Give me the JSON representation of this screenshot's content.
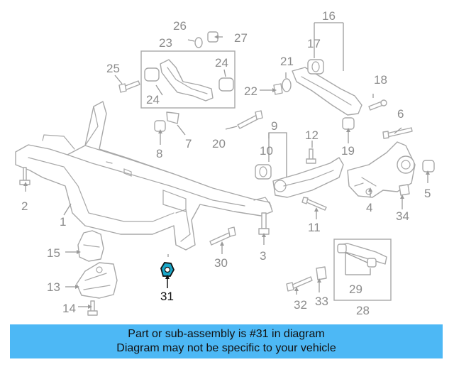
{
  "diagram": {
    "highlighted_part": "31",
    "part_labels": [
      "1",
      "2",
      "3",
      "4",
      "5",
      "6",
      "7",
      "8",
      "9",
      "10",
      "11",
      "12",
      "13",
      "14",
      "15",
      "16",
      "17",
      "18",
      "19",
      "20",
      "21",
      "22",
      "23",
      "24",
      "24",
      "25",
      "26",
      "27",
      "28",
      "29",
      "30",
      "31",
      "32",
      "33",
      "34"
    ]
  },
  "banner": {
    "line1": "Part or sub-assembly is #31 in diagram",
    "line2": "Diagram may not be specific to your vehicle",
    "color": "#4db8f5"
  },
  "colors": {
    "linework": "#a8a8a8",
    "label": "#8c8c8c",
    "highlight_outline": "#111111",
    "highlight_fill": "#1aa7c9"
  }
}
